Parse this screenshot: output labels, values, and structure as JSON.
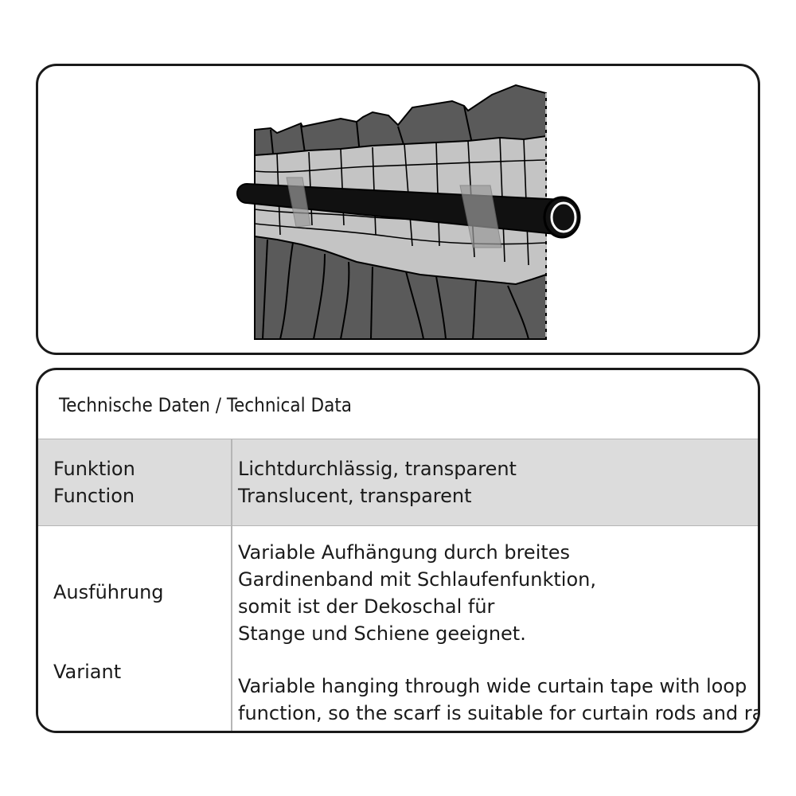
{
  "table": {
    "title": "Technische Daten / Technical Data",
    "rows": [
      {
        "label_de": "Funktion",
        "label_en": "Function",
        "value_de": [
          "Lichtdurchlässig, transparent"
        ],
        "value_en": [
          "Translucent, transparent"
        ]
      },
      {
        "label_de": "Ausführung",
        "label_en": "Variant",
        "value_de": [
          "Variable Aufhängung durch breites",
          "Gardinenband mit Schlaufenfunktion,",
          "somit ist der Dekoschal für",
          "Stange und Schiene geeignet."
        ],
        "value_en": [
          "Variable hanging through wide curtain tape with loop",
          "function, so the scarf is suitable for curtain rods and rails."
        ]
      }
    ]
  },
  "illustration": {
    "subject": "curtain-on-rod",
    "colors": {
      "curtain": "#5a5a5a",
      "tape": "#c4c4c4",
      "rod": "#111111",
      "loop": "#9a9a9a",
      "outline": "#000000"
    }
  }
}
